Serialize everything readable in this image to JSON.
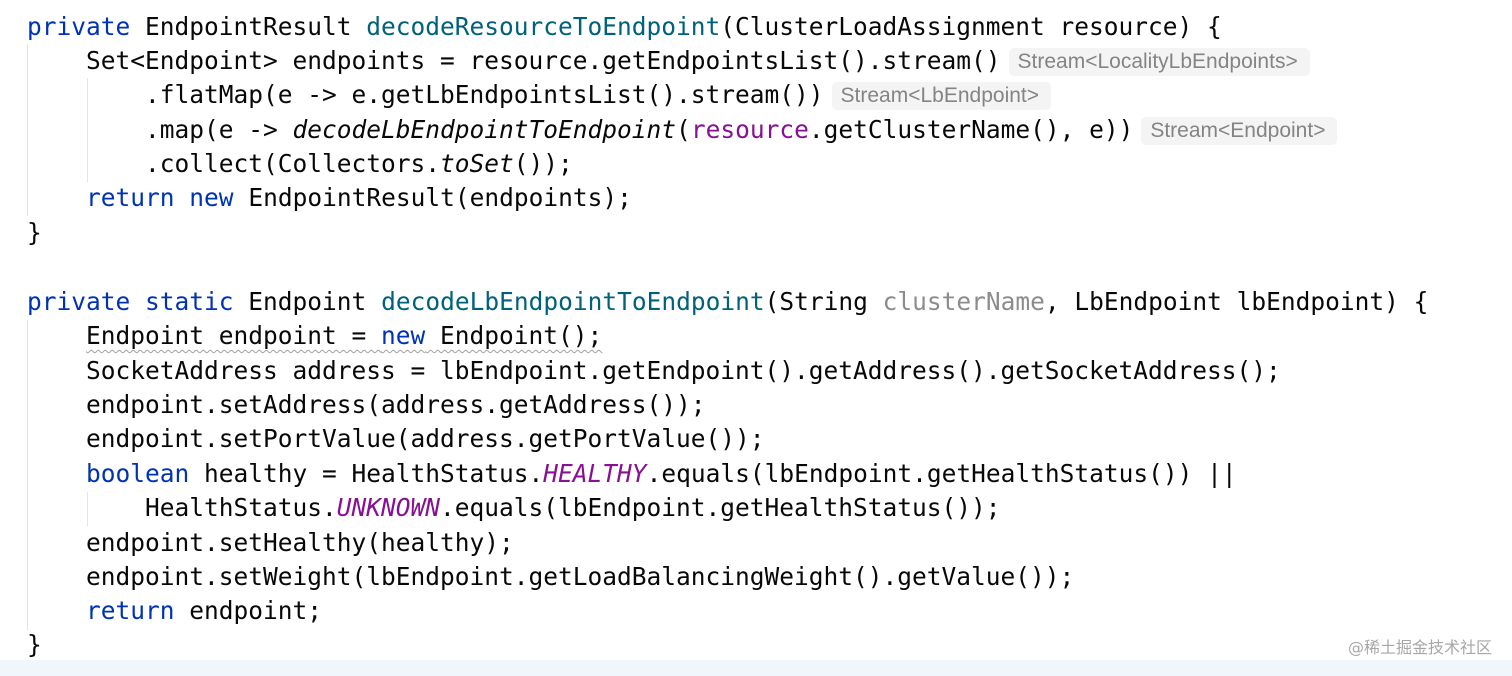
{
  "code": {
    "method1": {
      "signature": {
        "mod": "private",
        "ret": " EndpointResult ",
        "name": "decodeResourceToEndpoint",
        "params": "(ClusterLoadAssignment resource) {"
      },
      "line1": {
        "code": "Set<Endpoint> endpoints = resource.getEndpointsList().stream()",
        "hint": "Stream<LocalityLbEndpoints>"
      },
      "line2": {
        "code": ".flatMap(e -> e.getLbEndpointsList().stream())",
        "hint": "Stream<LbEndpoint>"
      },
      "line3": {
        "pre": ".map(e -> ",
        "call": "decodeLbEndpointToEndpoint",
        "paren": "(",
        "field": "resource",
        "rest": ".getClusterName(), e))",
        "hint": "Stream<Endpoint>"
      },
      "line4": {
        "pre": ".collect(Collectors.",
        "call": "toSet",
        "rest": "());"
      },
      "line5": {
        "kw1": "return",
        "kw2": "new",
        "rest": " EndpointResult(endpoints);"
      },
      "close": "}"
    },
    "method2": {
      "signature": {
        "mod1": "private",
        "mod2": "static",
        "ret": " Endpoint ",
        "name": "decodeLbEndpointToEndpoint",
        "p1": "(String ",
        "unused": "clusterName",
        "p2": ", LbEndpoint lbEndpoint) {"
      },
      "line1": {
        "a": "Endpoint endpoint = ",
        "kw": "new",
        "b": " Endpoint();"
      },
      "line2": "SocketAddress address = lbEndpoint.getEndpoint().getAddress().getSocketAddress();",
      "line3": "endpoint.setAddress(address.getAddress());",
      "line4": "endpoint.setPortValue(address.getPortValue());",
      "line5": {
        "kw": "boolean",
        "a": " healthy = HealthStatus.",
        "const": "HEALTHY",
        "b": ".equals(lbEndpoint.getHealthStatus()) ||"
      },
      "line6": {
        "a": "HealthStatus.",
        "const": "UNKNOWN",
        "b": ".equals(lbEndpoint.getHealthStatus());"
      },
      "line7": "endpoint.setHealthy(healthy);",
      "line8": "endpoint.setWeight(lbEndpoint.getLoadBalancingWeight().getValue());",
      "line9": {
        "kw": "return",
        "rest": " endpoint;"
      },
      "close": "}"
    }
  },
  "watermark": "@稀土掘金技术社区",
  "colors": {
    "keyword": "#0033b3",
    "method_decl": "#00627a",
    "field": "#871094",
    "unused": "#8c8c8c",
    "hint_bg": "#f4f4f4",
    "hint_text": "#848484",
    "footer": "#f1f5fc"
  }
}
